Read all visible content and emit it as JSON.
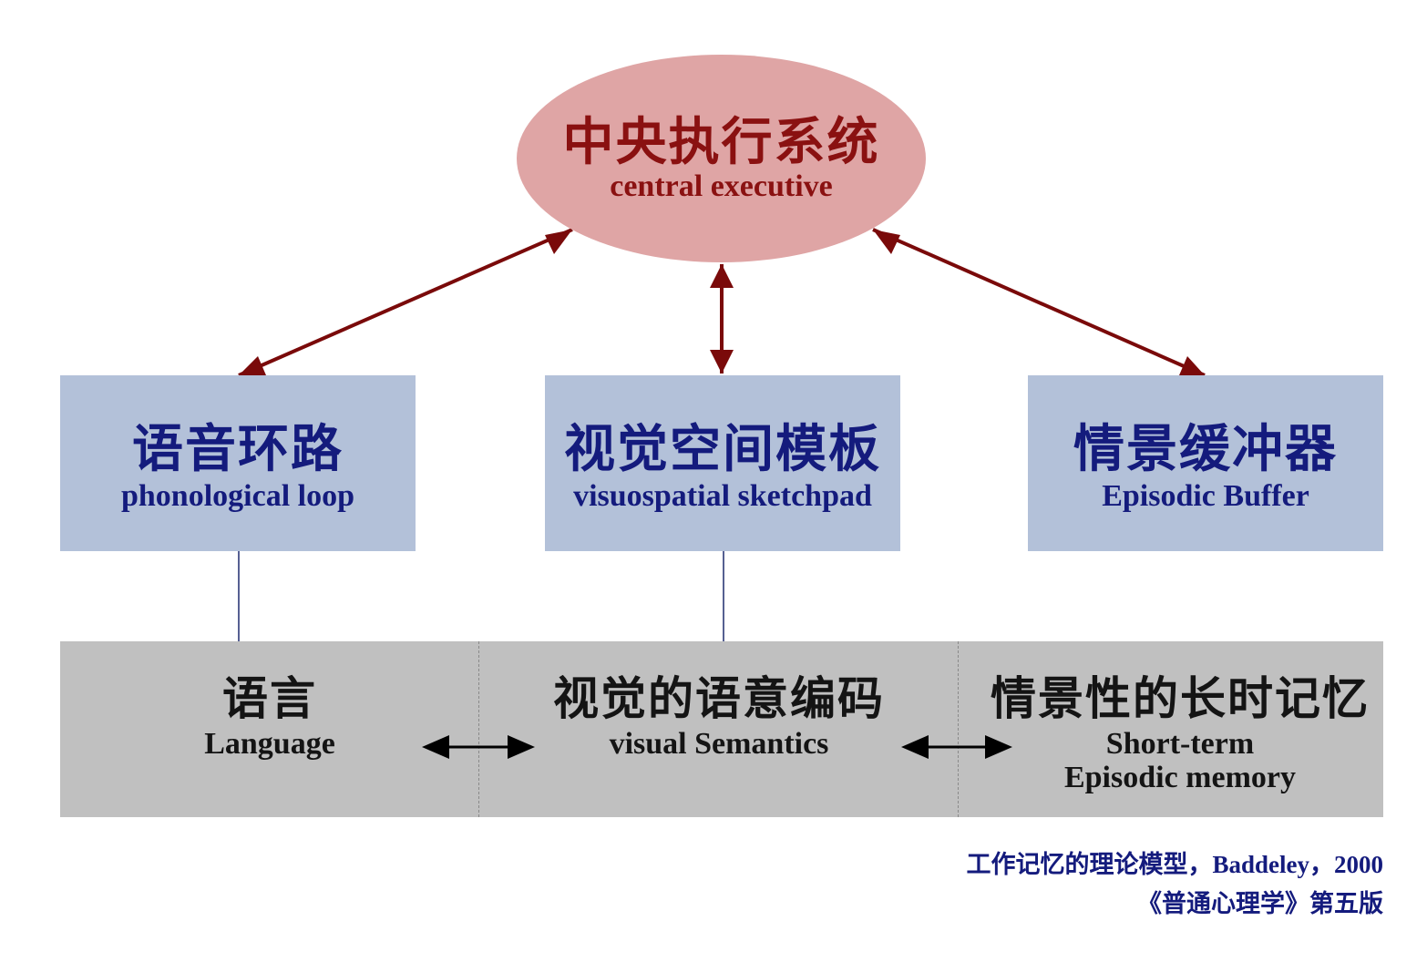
{
  "central_executive": {
    "title_zh": "中央执行系统",
    "title_en": "central executive",
    "color": "#dfa5a5",
    "text_color": "#8a1111"
  },
  "components": [
    {
      "title_zh": "语音环路",
      "title_en": "phonological loop"
    },
    {
      "title_zh": "视觉空间模板",
      "title_en": "visuospatial sketchpad"
    },
    {
      "title_zh": "情景缓冲器",
      "title_en": "Episodic Buffer"
    }
  ],
  "component_color": "#b3c1d9",
  "component_text_color": "#141b7d",
  "long_term": [
    {
      "title_zh": "语言",
      "title_en_1": "Language",
      "title_en_2": ""
    },
    {
      "title_zh": "视觉的语意编码",
      "title_en_1": "visual Semantics",
      "title_en_2": ""
    },
    {
      "title_zh": "情景性的长时记忆",
      "title_en_1": "Short-term",
      "title_en_2": "Episodic memory"
    }
  ],
  "long_term_color": "#c0c0c0",
  "arrow_color": "#7a0a0a",
  "caption": {
    "line1": "工作记忆的理论模型，Baddeley，2000",
    "line2": "《普通心理学》第五版"
  }
}
